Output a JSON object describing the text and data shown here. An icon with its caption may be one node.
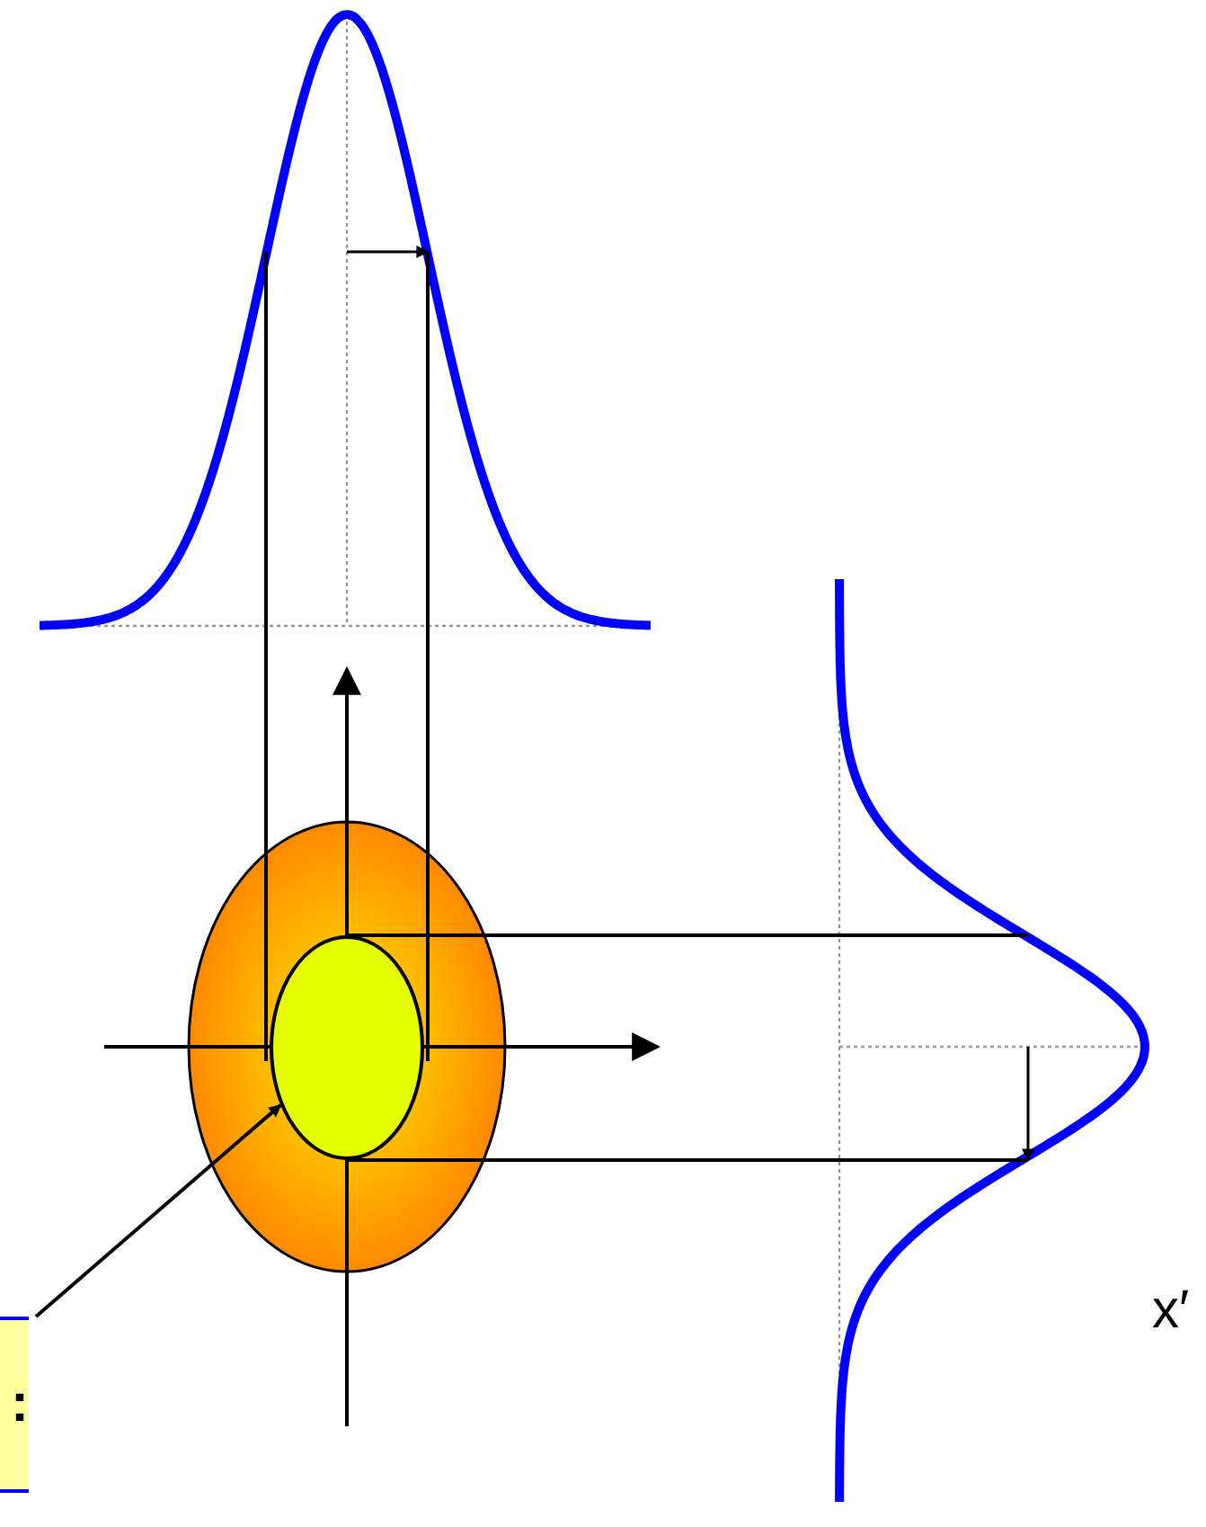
{
  "diagram": {
    "nodes": [
      {
        "text": [
          ":"
        ]
      },
      {
        "text": [],
        "shape": "circle"
      }
    ],
    "edges": [
      {
        "from": 0,
        "to": 1,
        "arrow": "to"
      }
    ],
    "labels": [
      "x′"
    ]
  }
}
